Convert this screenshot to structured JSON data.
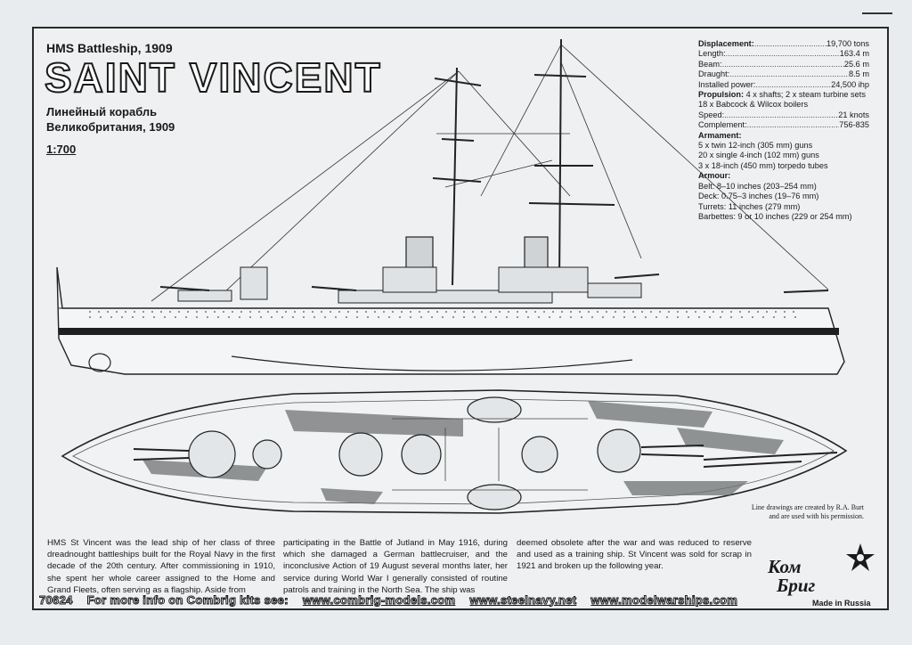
{
  "header": {
    "subtitle": "HMS Battleship, 1909",
    "title": "SAINT VINCENT",
    "ru_line1": "Линейный корабль",
    "ru_line2": "Великобритания, 1909",
    "scale": "1:700"
  },
  "specs": {
    "displacement_label": "Displacement:",
    "displacement": "19,700 tons",
    "length_label": "Length:",
    "length": "163.4 m",
    "beam_label": "Beam:",
    "beam": "25.6 m",
    "draught_label": "Draught:",
    "draught": "8.5 m",
    "power_label": "Installed power:",
    "power": "24,500 ihp",
    "propulsion_label": "Propulsion:",
    "propulsion": "4 x shafts; 2 x steam turbine sets",
    "boilers": "18 x Babcock & Wilcox boilers",
    "speed_label": "Speed:",
    "speed": "21 knots",
    "complement_label": "Complement:",
    "complement": "756-835",
    "armament_label": "Armament:",
    "arm1": "5 x twin 12-inch (305 mm) guns",
    "arm2": "20 x single 4-inch (102 mm) guns",
    "arm3": "3 x 18-inch (450 mm) torpedo tubes",
    "armour_label": "Armour:",
    "belt": "Belt: 8–10 inches (203–254 mm)",
    "deck": "Deck: 0.75–3 inches (19–76 mm)",
    "turrets": "Turrets: 11 inches (279 mm)",
    "barbettes": "Barbettes: 9 or 10 inches (229 or 254 mm)"
  },
  "credit": {
    "line1": "Line drawings are created by R.A. Burt",
    "line2": "and are used with his permission."
  },
  "description": {
    "col1": "HMS St Vincent was the lead ship of her class of three dreadnought battleships built for the Royal Navy in the first decade of the 20th century. After commissioning in 1910, she spent her whole career assigned to the Home and Grand Fleets, often serving as a flagship. Aside from",
    "col2": "participating in the Battle of Jutland in May 1916, during which she damaged a German battlecruiser, and the inconclusive Action of 19 August several months later, her service during World War I generally consisted of routine patrols and training in the North Sea. The ship was",
    "col3": "deemed obsolete after the war and was reduced to reserve and used as a training ship. St Vincent was sold for scrap in 1921 and broken up the following year."
  },
  "footer": {
    "code": "70624",
    "more_info": "For more info on Combrig kits see:",
    "url1": "www.combrig-models.com",
    "url2": "www.steelnavy.net",
    "url3": "www.modelwarships.com"
  },
  "logo": {
    "line1": "Ком",
    "line2": "Бриг",
    "made_in": "Made in Russia"
  }
}
